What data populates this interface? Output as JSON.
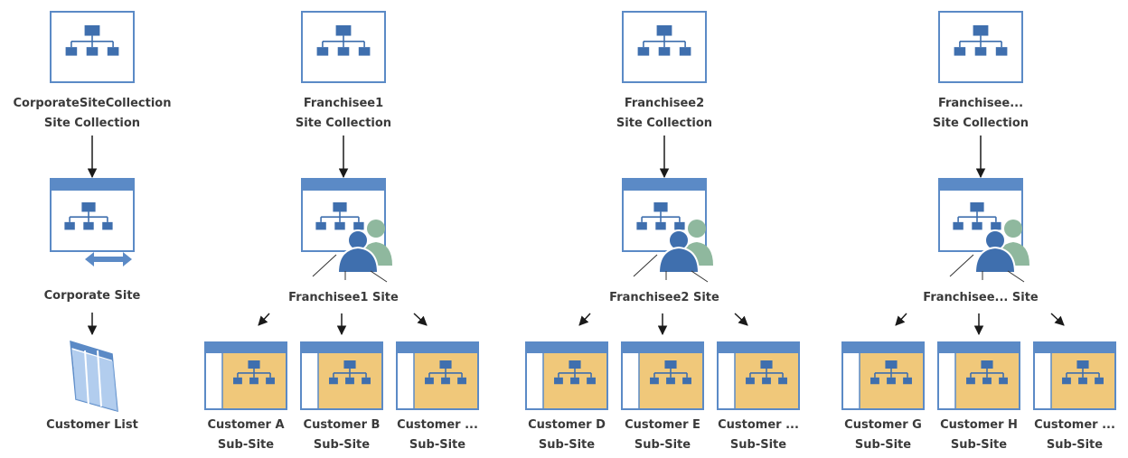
{
  "colors": {
    "blue": "#5b8ac6",
    "dark_blue": "#3f6fae",
    "light_fill": "#eef3fa",
    "tan": "#f0c87a",
    "green_person": "#8fb89e",
    "arrow": "#1a1a1a"
  },
  "corporate": {
    "collection": {
      "name": "CorporateSiteCollection",
      "type": "Site Collection"
    },
    "site": {
      "name": "Corporate Site"
    },
    "list": {
      "name": "Customer List"
    }
  },
  "franchisees": [
    {
      "collection": {
        "name": "Franchisee1",
        "type": "Site Collection"
      },
      "site": {
        "name": "Franchisee1 Site"
      },
      "subsites": [
        {
          "name": "Customer A",
          "type": "Sub-Site"
        },
        {
          "name": "Customer B",
          "type": "Sub-Site"
        },
        {
          "name": "Customer ...",
          "type": "Sub-Site"
        }
      ]
    },
    {
      "collection": {
        "name": "Franchisee2",
        "type": "Site Collection"
      },
      "site": {
        "name": "Franchisee2 Site"
      },
      "subsites": [
        {
          "name": "Customer D",
          "type": "Sub-Site"
        },
        {
          "name": "Customer E",
          "type": "Sub-Site"
        },
        {
          "name": "Customer ...",
          "type": "Sub-Site"
        }
      ]
    },
    {
      "collection": {
        "name": "Franchisee...",
        "type": "Site Collection"
      },
      "site": {
        "name": "Franchisee... Site"
      },
      "subsites": [
        {
          "name": "Customer G",
          "type": "Sub-Site"
        },
        {
          "name": "Customer H",
          "type": "Sub-Site"
        },
        {
          "name": "Customer ...",
          "type": "Sub-Site"
        }
      ]
    }
  ]
}
